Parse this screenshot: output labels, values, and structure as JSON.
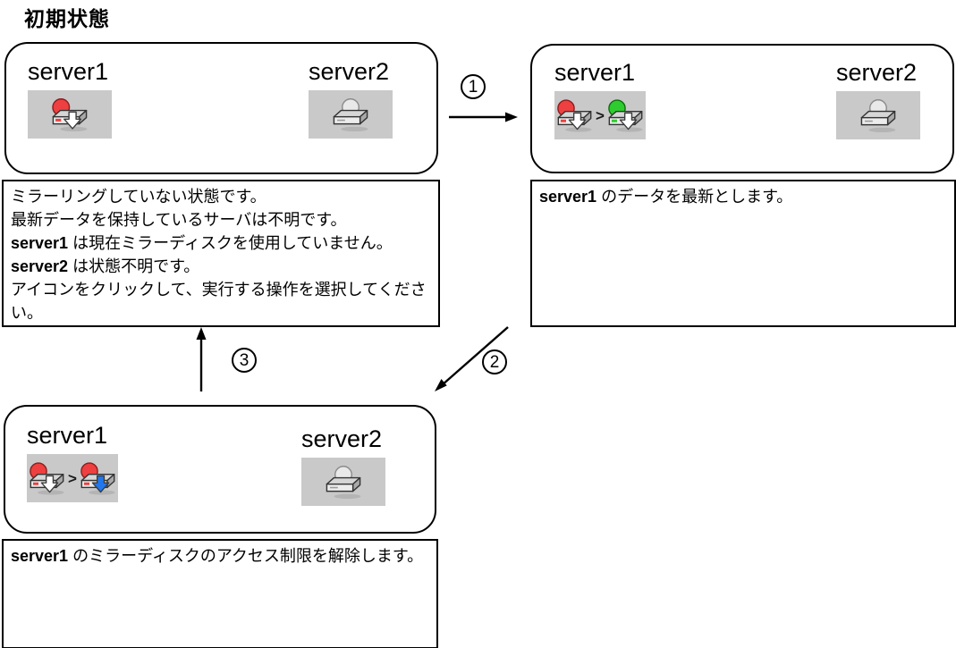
{
  "title": "初期状態",
  "colors": {
    "red": "#ee4040",
    "green": "#2ecc2e",
    "blue": "#2277ee",
    "icon_bg": "#c9c9c9",
    "outline": "#000000"
  },
  "states": [
    {
      "name": "initial-state",
      "servers": [
        {
          "label": "server1",
          "icon": {
            "name": "mirror-disk-red-white-arrow-icon",
            "type": "single",
            "cloud": "red",
            "stripe": "red",
            "arrow": "white"
          }
        },
        {
          "label": "server2",
          "icon": {
            "name": "mirror-disk-unknown-icon",
            "type": "single",
            "cloud": "gray",
            "stripe": null,
            "arrow": null
          }
        }
      ],
      "description": [
        [
          {
            "t": "ミラーリングしていない状態です。"
          }
        ],
        [
          {
            "t": "最新データを保持しているサーバは不明です。"
          }
        ],
        [
          {
            "t": "server1",
            "b": true
          },
          {
            "t": " は現在ミラーディスクを使用していません。"
          }
        ],
        [
          {
            "t": "server2",
            "b": true
          },
          {
            "t": " は状態不明です。"
          }
        ],
        [
          {
            "t": "アイコンをクリックして、実行する操作を選択してください。"
          }
        ]
      ]
    },
    {
      "name": "make-data-latest",
      "servers": [
        {
          "label": "server1",
          "icon": {
            "name": "mirror-disk-transition-red-to-green-icon",
            "type": "transition",
            "from": {
              "cloud": "red",
              "stripe": "red",
              "arrow": "white"
            },
            "to": {
              "cloud": "green",
              "stripe": "green",
              "arrow": "white"
            }
          }
        },
        {
          "label": "server2",
          "icon": {
            "name": "mirror-disk-unknown-icon",
            "type": "single",
            "cloud": "gray",
            "stripe": null,
            "arrow": null
          }
        }
      ],
      "description": [
        [
          {
            "t": "server1",
            "b": true
          },
          {
            "t": " のデータを最新とします。"
          }
        ]
      ]
    },
    {
      "name": "release-access-restriction",
      "servers": [
        {
          "label": "server1",
          "icon": {
            "name": "mirror-disk-transition-red-to-blue-arrow-icon",
            "type": "transition",
            "from": {
              "cloud": "red",
              "stripe": "red",
              "arrow": "white"
            },
            "to": {
              "cloud": "red",
              "stripe": "red",
              "arrow": "blue"
            }
          }
        },
        {
          "label": "server2",
          "icon": {
            "name": "mirror-disk-unknown-icon",
            "type": "single",
            "cloud": "gray",
            "stripe": null,
            "arrow": null
          }
        }
      ],
      "description": [
        [
          {
            "t": "server1",
            "b": true
          },
          {
            "t": "  のミラーディスクのアクセス制限を解除します。"
          }
        ]
      ]
    }
  ],
  "arrows": [
    {
      "number": "1",
      "direction": "right"
    },
    {
      "number": "2",
      "direction": "down-left"
    },
    {
      "number": "3",
      "direction": "up"
    }
  ]
}
